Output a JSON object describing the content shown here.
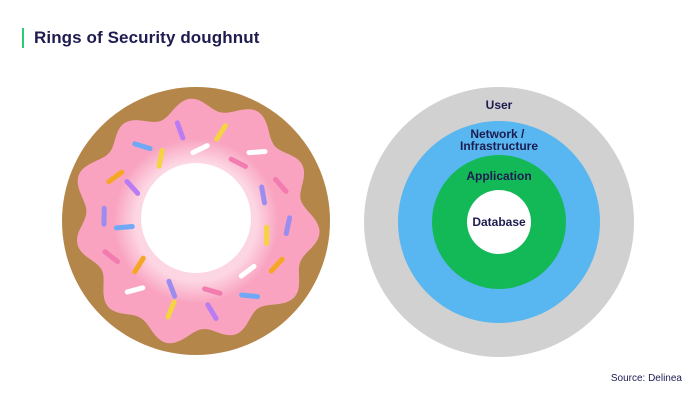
{
  "title": "Rings of Security doughnut",
  "source": "Source: Delinea",
  "rings": [
    {
      "label_lines": [
        "User"
      ],
      "color": "#d1d1d1"
    },
    {
      "label_lines": [
        "Network /",
        "Infrastructure"
      ],
      "color": "#58b6f0"
    },
    {
      "label_lines": [
        "Application"
      ],
      "color": "#13b857"
    },
    {
      "label_lines": [
        "Database"
      ],
      "color": "#ffffff"
    }
  ],
  "doughnut": {
    "dough_color": "#b5864a",
    "icing_color": "#f9a3c0",
    "hole_color": "#ffffff",
    "sprinkle_colors": [
      "#f5d442",
      "#ffffff",
      "#f27bb0",
      "#9b8cf0",
      "#f5a623",
      "#6fa8f7",
      "#b97cf5"
    ]
  },
  "colors": {
    "accent": "#2ecc71",
    "text": "#1d1b4f"
  }
}
